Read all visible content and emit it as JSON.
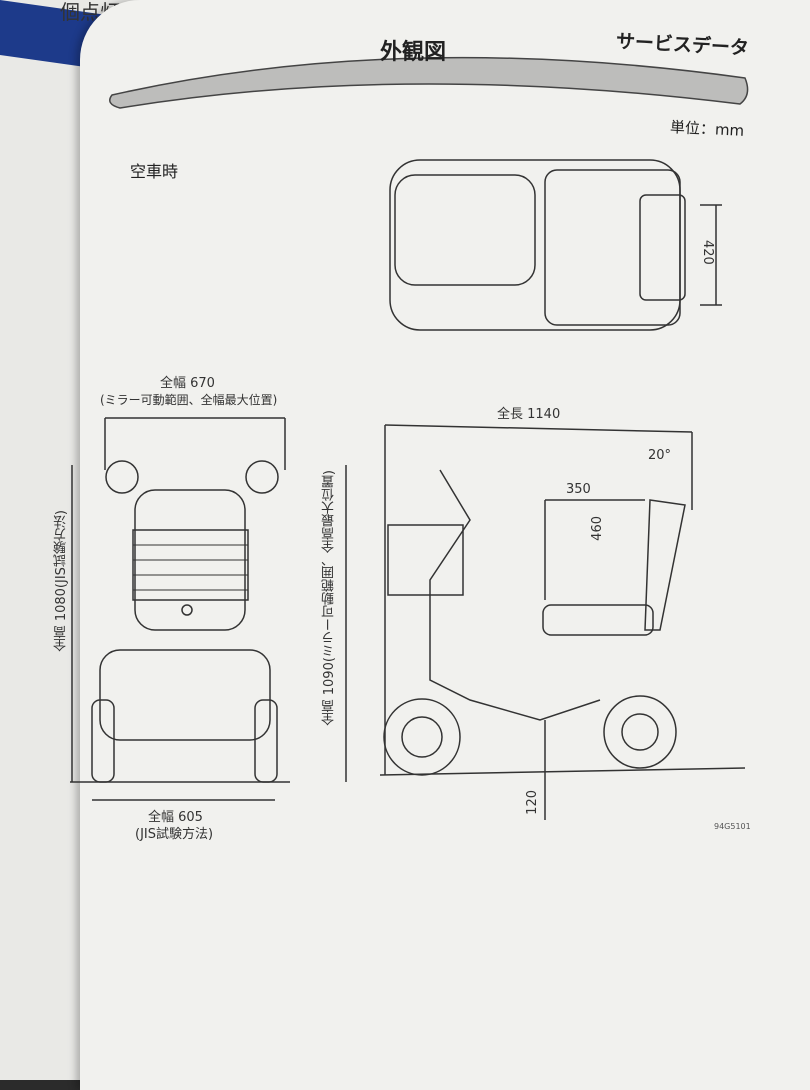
{
  "previous_page": {
    "fragment": "個点灯して"
  },
  "header": {
    "section": "サービスデータ",
    "title": "外観図",
    "unit": "単位：mm"
  },
  "condition_label": "空車時",
  "dimensions": {
    "top_width_420": "420",
    "width_mirror": "全幅 670",
    "width_mirror_note": "(ミラー可動範囲、全幅最大位置)",
    "height_jis": "全高 1080(JIS試験方法)",
    "height_mirror": "全高 1090(ミラー可動範囲、全高最大位置)",
    "width_jis": "全幅 605",
    "width_jis_note": "(JIS試験方法)",
    "length": "全長 1140",
    "seat_angle": "20°",
    "seat_depth": "350",
    "backrest_height": "460",
    "ground_clearance": "120"
  },
  "figure_code": "94G5101",
  "colors": {
    "paper": "#f1f1ee",
    "ink": "#2a2a2a",
    "banner": "#b8b8b8"
  }
}
